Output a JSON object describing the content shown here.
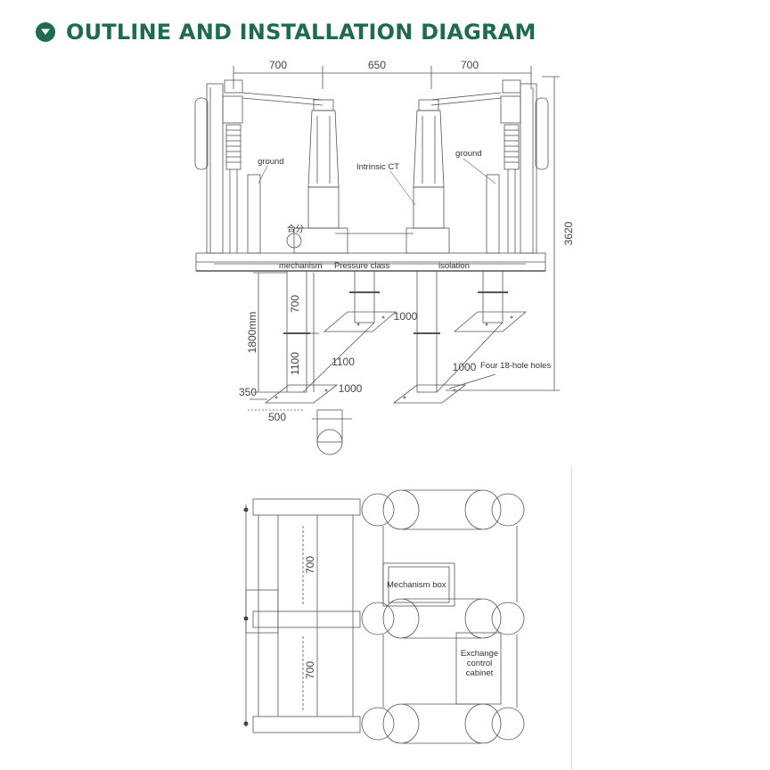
{
  "header": {
    "title": "OUTLINE AND INSTALLATION DIAGRAM",
    "icon": "chevron-down-icon",
    "accent": "#1f6b4e"
  },
  "elevation": {
    "dims": {
      "top_left": "700",
      "top_mid": "650",
      "top_right": "700",
      "total_height": "3620",
      "base_height": "1800mm",
      "col_upper": "700",
      "col_lower": "1100",
      "plate_depth_right": "1000",
      "plate_depth_left": "1100",
      "plate_width_lower": "1000",
      "plate_depth_lower_right": "1000",
      "offset": "350",
      "base_width": "500"
    },
    "labels": {
      "ground_left": "ground",
      "ground_right": "ground",
      "intrinsic_ct": "Intrinsic CT",
      "mechanism": "mechanism",
      "pressure_class": "Pressure class",
      "isolation": "isolation",
      "holes": "Four 18-hole holes",
      "chinese_mark": "合分"
    }
  },
  "plan": {
    "dims": {
      "upper": "700",
      "lower": "700"
    },
    "labels": {
      "mechanism_box": "Mechanism box",
      "exchange_1": "Exchange",
      "exchange_2": "control",
      "exchange_3": "cabinet"
    }
  }
}
